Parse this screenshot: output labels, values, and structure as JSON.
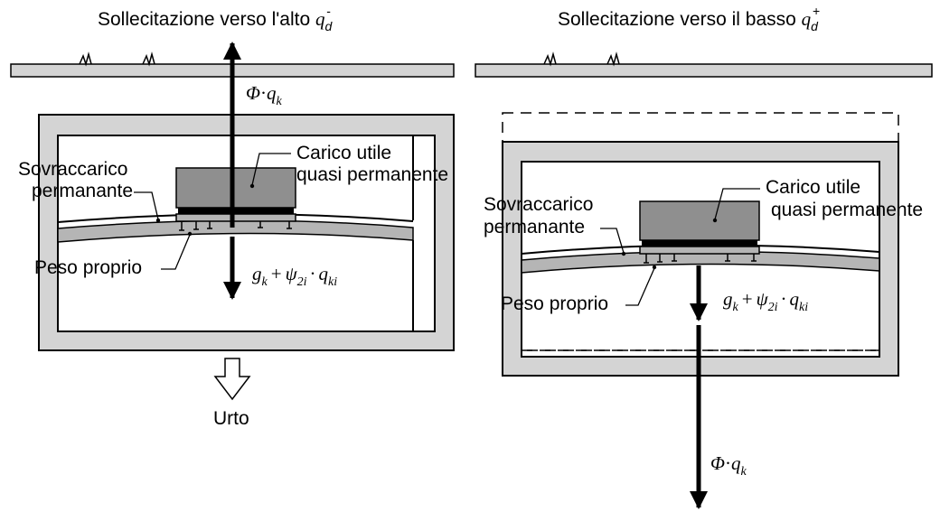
{
  "left_panel": {
    "title": "Sollecitazione verso l'alto",
    "title_sym": "q",
    "title_sub": "d",
    "title_sup": "-",
    "upper_force": {
      "phi": "Φ",
      "dot": "·",
      "q": "q",
      "sub": "k"
    },
    "lower_force": {
      "g": "g",
      "g_sub": "k",
      "plus": "+",
      "psi": "ψ",
      "psi_sub": "2i",
      "dot": "·",
      "q": "q",
      "q_sub": "ki"
    },
    "label_carico_line1": "Carico utile",
    "label_carico_line2": "quasi permanente",
    "label_sovr_line1": "Sovraccarico",
    "label_sovr_line2": "permanante",
    "label_peso": "Peso proprio",
    "label_urto": "Urto"
  },
  "right_panel": {
    "title": "Sollecitazione verso il basso",
    "title_sym": "q",
    "title_sub": "d",
    "title_sup": "+",
    "upper_force": {
      "g": "g",
      "g_sub": "k",
      "plus": "+",
      "psi": "ψ",
      "psi_sub": "2i",
      "dot": "·",
      "q": "q",
      "q_sub": "ki"
    },
    "lower_force": {
      "phi": "Φ",
      "dot": "·",
      "q": "q",
      "sub": "k"
    },
    "label_carico_line1": "Carico utile",
    "label_carico_line2": "quasi permanente",
    "label_sovr_line1": "Sovraccarico",
    "label_sovr_line2": "permanante",
    "label_peso": "Peso proprio"
  },
  "colors": {
    "concrete": "#d4d4d4",
    "block": "#8f8f8f",
    "slab": "#b5b5b5",
    "ink": "#000000"
  }
}
